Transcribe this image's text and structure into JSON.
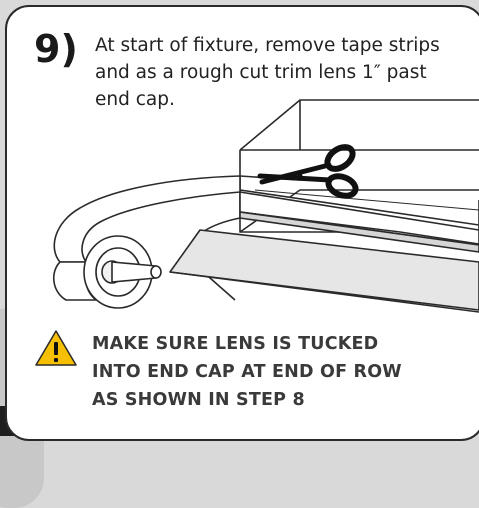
{
  "step": {
    "number": "9)",
    "instruction": "At start of fixture, remove tape strips and as a rough cut trim lens 1″ past end cap."
  },
  "warning": {
    "line1": "MAKE SURE LENS IS TUCKED",
    "line2": "INTO END CAP AT END OF ROW",
    "line3": "AS SHOWN IN STEP 8"
  },
  "icons": [
    "warning-triangle-icon",
    "scissors-icon",
    "tape-roll-icon"
  ],
  "colors": {
    "background": "#d9d9d9",
    "card": "#ffffff",
    "text": "#222222",
    "warning_fill": "#f6c000",
    "warning_text": "#3a3a3a"
  }
}
